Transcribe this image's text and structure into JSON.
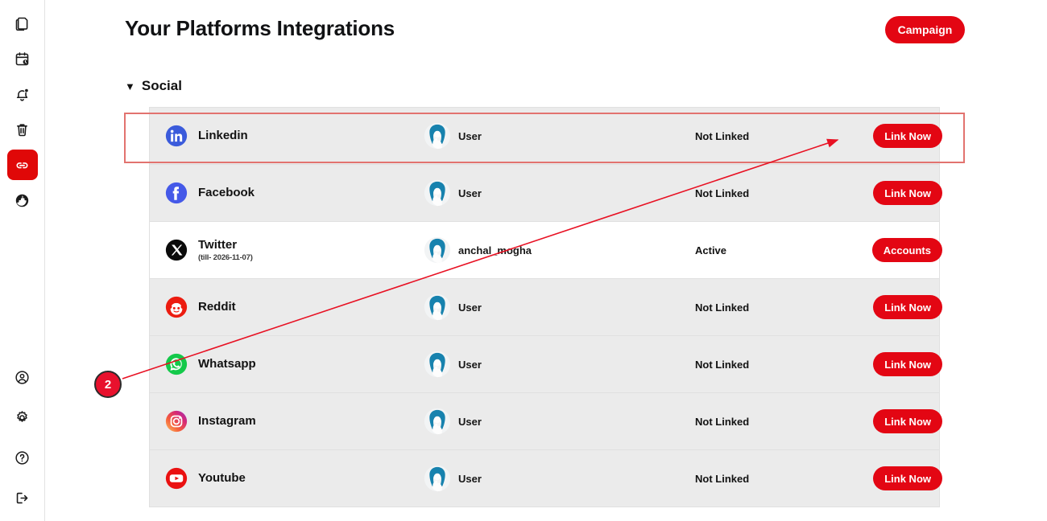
{
  "sidebar": {
    "top_items": [
      {
        "name": "documents-icon",
        "label": "Documents"
      },
      {
        "name": "calendar-clock-icon",
        "label": "Scheduled"
      },
      {
        "name": "bell-alert-icon",
        "label": "Notifications"
      },
      {
        "name": "trash-icon",
        "label": "Trash"
      },
      {
        "name": "link-icon",
        "label": "Integrations",
        "active": true
      },
      {
        "name": "globe-icon",
        "label": "Globe"
      }
    ],
    "bottom_items": [
      {
        "name": "account-icon",
        "label": "Account"
      },
      {
        "name": "gear-icon",
        "label": "Settings"
      },
      {
        "name": "help-icon",
        "label": "Help"
      },
      {
        "name": "logout-icon",
        "label": "Logout"
      }
    ]
  },
  "header": {
    "title": "Your Platforms Integrations",
    "campaign_label": "Campaign"
  },
  "section": {
    "caret": "▼",
    "title": "Social"
  },
  "table": {
    "rows": [
      {
        "platform": "Linkedin",
        "sub": "",
        "user": "User",
        "status": "Not Linked",
        "action": "Link Now",
        "stripe": "gray",
        "icon": "linkedin-icon"
      },
      {
        "platform": "Facebook",
        "sub": "",
        "user": "User",
        "status": "Not Linked",
        "action": "Link Now",
        "stripe": "gray",
        "icon": "facebook-icon"
      },
      {
        "platform": "Twitter",
        "sub": "(till- 2026-11-07)",
        "user": "anchal_mogha",
        "status": "Active",
        "action": "Accounts",
        "stripe": "white",
        "icon": "twitter-x-icon"
      },
      {
        "platform": "Reddit",
        "sub": "",
        "user": "User",
        "status": "Not Linked",
        "action": "Link Now",
        "stripe": "gray",
        "icon": "reddit-icon"
      },
      {
        "platform": "Whatsapp",
        "sub": "",
        "user": "User",
        "status": "Not Linked",
        "action": "Link Now",
        "stripe": "gray",
        "icon": "whatsapp-icon"
      },
      {
        "platform": "Instagram",
        "sub": "",
        "user": "User",
        "status": "Not Linked",
        "action": "Link Now",
        "stripe": "gray",
        "icon": "instagram-icon"
      },
      {
        "platform": "Youtube",
        "sub": "",
        "user": "User",
        "status": "Not Linked",
        "action": "Link Now",
        "stripe": "gray",
        "icon": "youtube-icon"
      }
    ]
  },
  "annotation": {
    "step_number": "2",
    "highlight_color": "#e2736f",
    "arrow_color": "#e81123"
  },
  "colors": {
    "brand_red": "#e30613",
    "sidebar_active": "#e00808",
    "row_gray": "#ebebeb",
    "avatar_blue": "#1782ae"
  }
}
